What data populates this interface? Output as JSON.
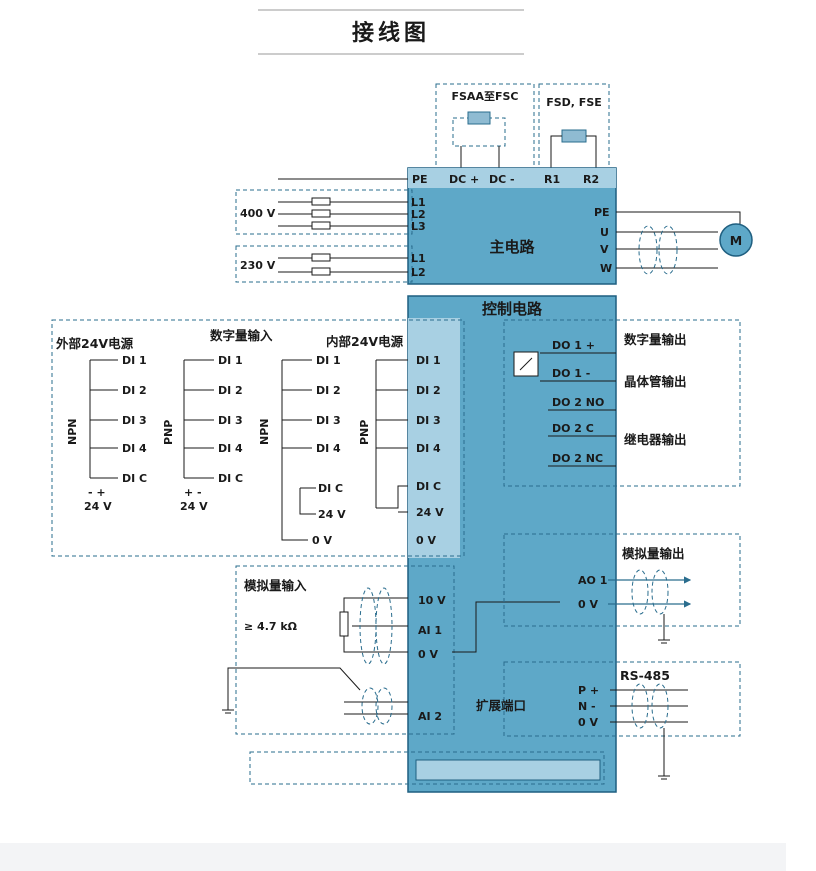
{
  "title": "接线图",
  "top_groups": {
    "fsaa": "FSAA至FSC",
    "fsd": "FSD, FSE"
  },
  "main_terminals": {
    "pe": "PE",
    "dcp": "DC +",
    "dcm": "DC -",
    "r1": "R1",
    "r2": "R2"
  },
  "main_circuit": "主电路",
  "supply_400": {
    "label": "400 V",
    "l1": "L1",
    "l2": "L2",
    "l3": "L3"
  },
  "supply_230": {
    "label": "230 V",
    "l1": "L1",
    "l2": "L2"
  },
  "motor_terminals": {
    "pe": "PE",
    "u": "U",
    "v": "V",
    "w": "W"
  },
  "motor": "M",
  "control_circuit": "控制电路",
  "di_section": {
    "ext_supply": "外部24V电源",
    "digital_input": "数字量输入",
    "int_supply": "内部24V电源",
    "npn": "NPN",
    "pnp": "PNP",
    "di1": "DI 1",
    "di2": "DI 2",
    "di3": "DI 3",
    "di4": "DI 4",
    "dic": "DI C",
    "v24": "24 V",
    "v0": "0 V",
    "minus_plus": "-  +",
    "plus_minus": "+  -"
  },
  "do_section": {
    "do1p": "DO 1 +",
    "do1m": "DO 1 -",
    "do2no": "DO 2 NO",
    "do2c": "DO 2 C",
    "do2nc": "DO 2 NC",
    "digital_output": "数字量输出",
    "transistor_output": "晶体管输出",
    "relay_output": "继电器输出"
  },
  "ai_section": {
    "label": "模拟量输入",
    "resistor": "≥ 4.7 kΩ",
    "v10": "10 V",
    "ai1": "AI 1",
    "v0": "0 V",
    "ai2": "AI 2"
  },
  "ao_section": {
    "label": "模拟量输出",
    "ao1": "AO 1",
    "v0": "0 V"
  },
  "expansion": "扩展端口",
  "rs485": {
    "label": "RS-485",
    "p": "P +",
    "n": "N -",
    "v0": "0 V"
  }
}
